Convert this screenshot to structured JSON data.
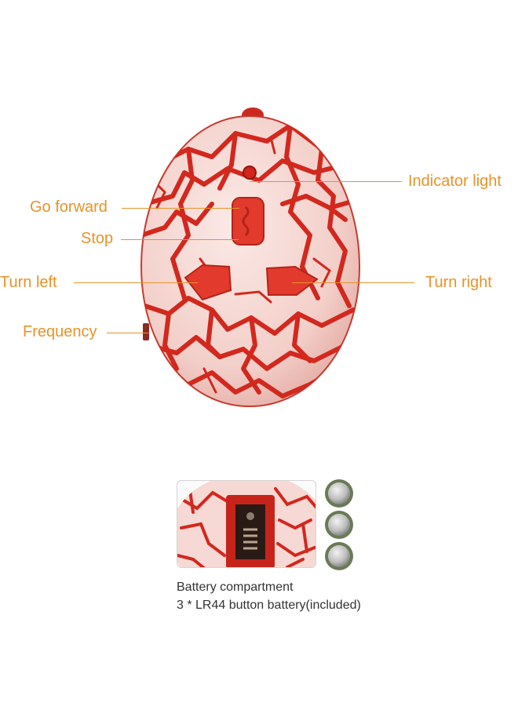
{
  "labels": {
    "indicator_light": "Indicator light",
    "go_forward": "Go forward",
    "stop": "Stop",
    "turn_left": "Turn left",
    "turn_right": "Turn right",
    "frequency": "Frequency"
  },
  "battery": {
    "caption_line1": "Battery compartment",
    "caption_line2": "3 * LR44 button battery(included)",
    "battery_count": 3
  },
  "colors": {
    "label_orange": "#e8922a",
    "shell_pink": "#f6d8d4",
    "crack_red": "#d2281e",
    "button_red": "#e23a2c"
  }
}
